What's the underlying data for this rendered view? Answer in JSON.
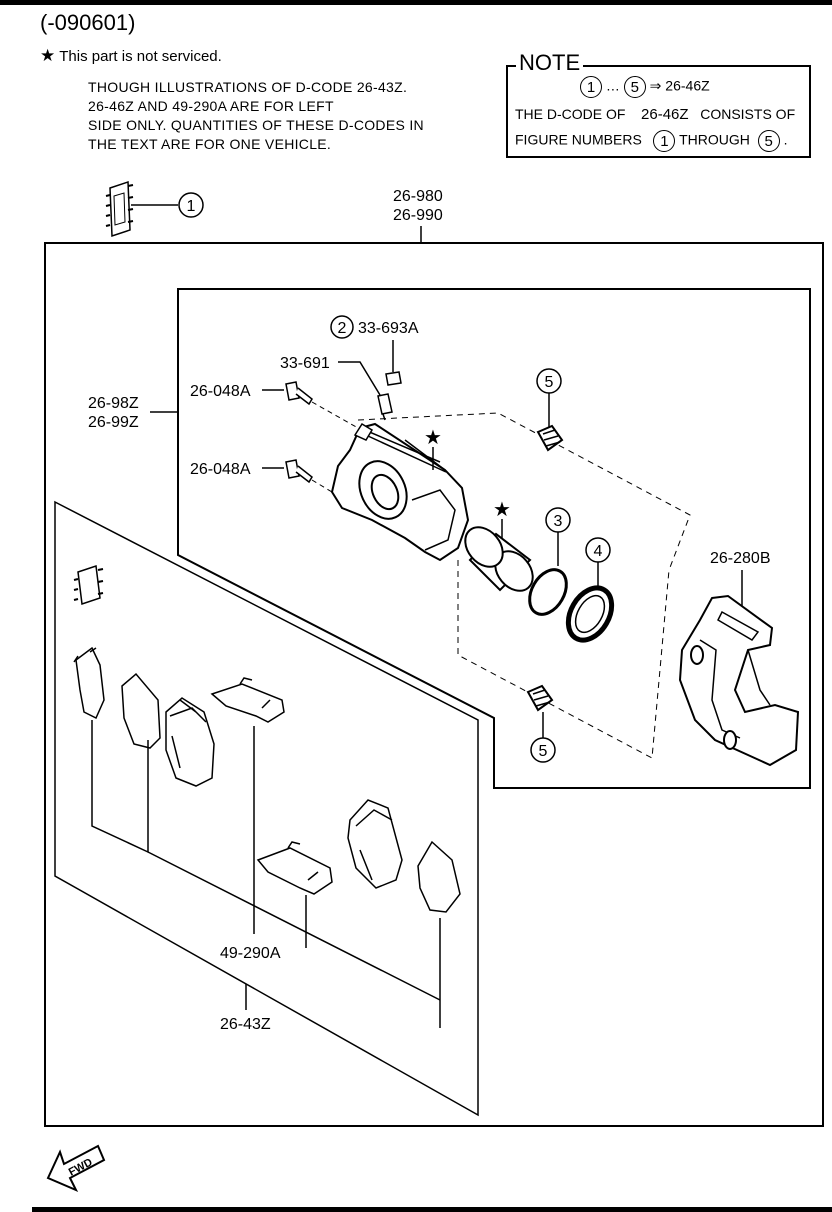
{
  "header": {
    "date_code": "(-090601)",
    "not_serviced": "This part is not serviced."
  },
  "instructions": {
    "line1": "THOUGH ILLUSTRATIONS OF D-CODE 26-43Z.",
    "line2": "26-46Z AND 49-290A ARE FOR LEFT",
    "line3": "SIDE ONLY. QUANTITIES OF THESE D-CODES IN",
    "line4": "THE TEXT ARE FOR ONE VEHICLE."
  },
  "note": {
    "title": "NOTE",
    "from": "1",
    "ellipsis": "…",
    "to": "5",
    "arrow": "⇒",
    "code": "26-46Z",
    "line2a": "THE D-CODE OF",
    "line2b": "26-46Z",
    "line2c": "CONSISTS OF",
    "line3a": "FIGURE NUMBERS",
    "line3b": "1",
    "line3c": "THROUGH",
    "line3d": "5",
    "line3e": "."
  },
  "callouts": {
    "c1": "1",
    "c2": "2",
    "c3": "3",
    "c4": "4",
    "c5a": "5",
    "c5b": "5"
  },
  "part_numbers": {
    "assy_a": "26-980",
    "assy_b": "26-990",
    "caliper_a": "26-98Z",
    "caliper_b": "26-99Z",
    "bleeder_cap": "33-693A",
    "bleeder": "33-691",
    "bolt_upper": "26-048A",
    "bolt_lower": "26-048A",
    "bracket": "26-280B",
    "shim_kit": "49-290A",
    "pad_set": "26-43Z"
  },
  "fwd_label": "FWD"
}
